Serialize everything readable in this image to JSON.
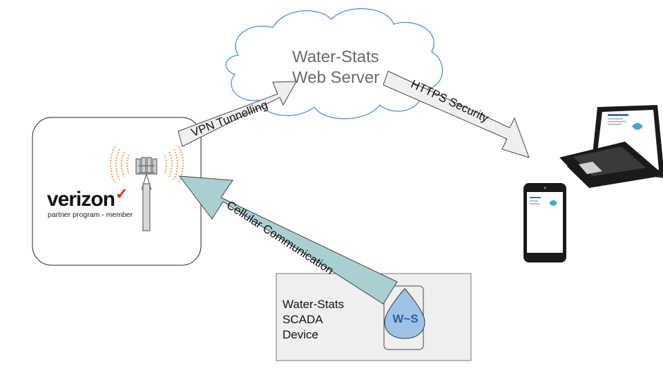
{
  "cloud": {
    "line1": "Water-Stats",
    "line2": "Web Server"
  },
  "tower_box": {
    "brand": "verizon",
    "check": "✓",
    "subtitle": "partner program - member"
  },
  "scada": {
    "line1": "Water-Stats",
    "line2": "SCADA",
    "line3": "Device",
    "logo": "W~S"
  },
  "arrows": {
    "vpn": "VPN Tunnelling",
    "https": "HTTPS Security",
    "cellular": "Cellular Communication"
  },
  "colors": {
    "cloud_stroke": "#4a90d9",
    "cellular_arrow": "#a9cfd3",
    "grey_arrow": "#efefef",
    "scada_box": "#efefef",
    "signal": "#f4a460",
    "verizon_red": "#e0201b",
    "drop": "#9ec3e6",
    "drop_text": "#2b5da8"
  }
}
